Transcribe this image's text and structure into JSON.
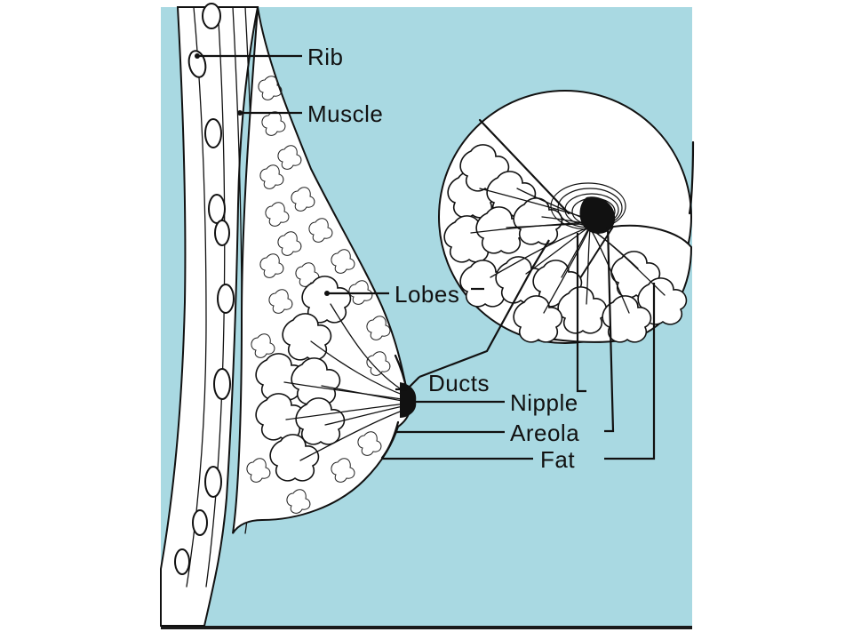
{
  "labels": {
    "rib": "Rib",
    "muscle": "Muscle",
    "lobes": "Lobes",
    "ducts": "Ducts",
    "nipple": "Nipple",
    "areola": "Areola",
    "fat": "Fat"
  },
  "colors": {
    "background": "#a9d9e2",
    "tissue": "#ffffff",
    "ink": "#111111"
  }
}
